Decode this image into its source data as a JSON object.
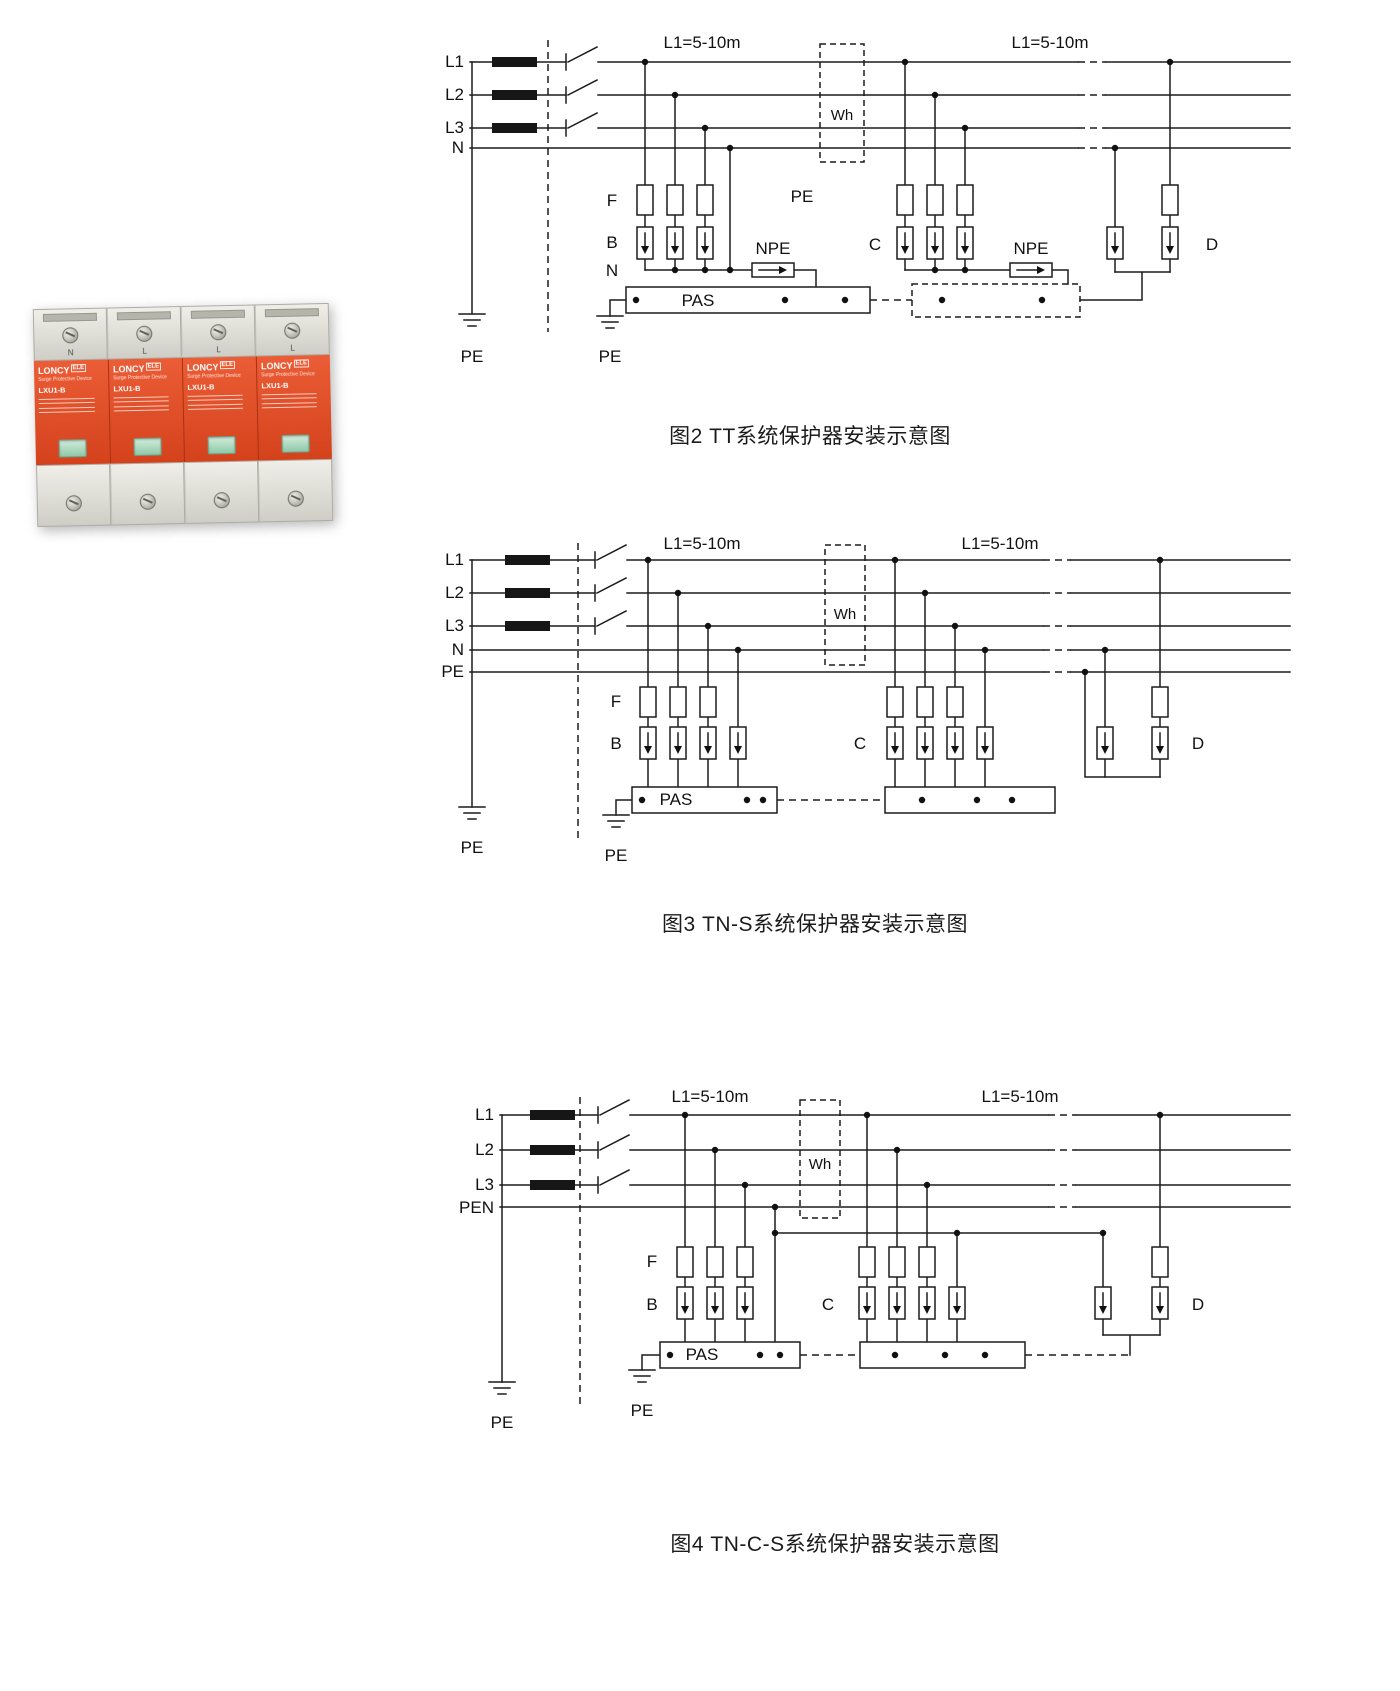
{
  "product": {
    "brand_main": "LONCY",
    "brand_sub": "ELE",
    "device_name": "Surge Protective Device",
    "model": "LXU1-B",
    "terminals": [
      "N",
      "L",
      "L",
      "L"
    ],
    "body_color": "#d7431d",
    "window_color": "#a8d3ba"
  },
  "captions": {
    "fig2": "图2 TT系统保护器安装示意图",
    "fig3": "图3 TN-S系统保护器安装示意图",
    "fig4": "图4 TN-C-S系统保护器安装示意图"
  },
  "d1": {
    "l1": "L1",
    "l2": "L2",
    "l3": "L3",
    "n_line": "N",
    "dist1": "L1=5-10m",
    "dist2": "L1=5-10m",
    "wh": "Wh",
    "pe_top": "PE",
    "f": "F",
    "b": "B",
    "n_bus": "N",
    "c": "C",
    "d": "D",
    "npe1": "NPE",
    "npe2": "NPE",
    "pas": "PAS",
    "pe_left": "PE",
    "pe_mid": "PE"
  },
  "d2": {
    "l1": "L1",
    "l2": "L2",
    "l3": "L3",
    "n_line": "N",
    "pe_line": "PE",
    "dist1": "L1=5-10m",
    "dist2": "L1=5-10m",
    "wh": "Wh",
    "f": "F",
    "b": "B",
    "c": "C",
    "d": "D",
    "pas": "PAS",
    "pe_left": "PE",
    "pe_mid": "PE"
  },
  "d3": {
    "l1": "L1",
    "l2": "L2",
    "l3": "L3",
    "pen_line": "PEN",
    "dist1": "L1=5-10m",
    "dist2": "L1=5-10m",
    "wh": "Wh",
    "f": "F",
    "b": "B",
    "c": "C",
    "d": "D",
    "pas": "PAS",
    "pe_left": "PE",
    "pe_mid": "PE"
  }
}
